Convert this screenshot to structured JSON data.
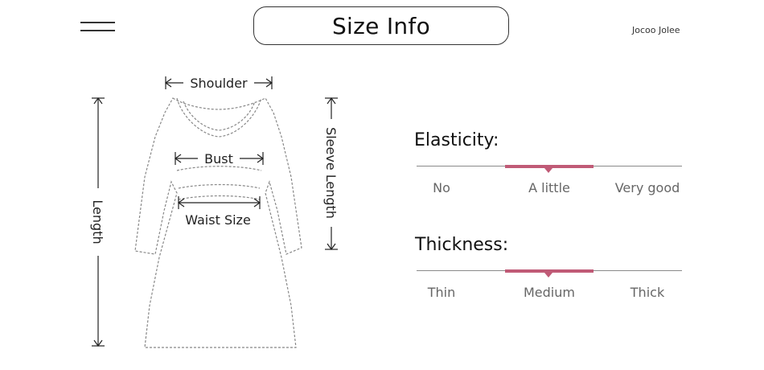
{
  "header": {
    "title": "Size Info",
    "brand": "Jocoo Jolee",
    "menu_icon": "hamburger-menu-icon"
  },
  "garment": {
    "icon": "dress-outline-icon",
    "labels": {
      "shoulder": "Shoulder",
      "bust": "Bust",
      "waist": "Waist Size",
      "length": "Length",
      "sleeve": "Sleeve Length"
    }
  },
  "scales": [
    {
      "title": "Elasticity:",
      "options": [
        "No",
        "A little",
        "Very good"
      ],
      "selected": "A little"
    },
    {
      "title": "Thickness:",
      "options": [
        "Thin",
        "Medium",
        "Thick"
      ],
      "selected": "Medium"
    }
  ],
  "colors": {
    "accent": "#c05a76",
    "line": "#8a8a8a",
    "text": "#222222"
  }
}
